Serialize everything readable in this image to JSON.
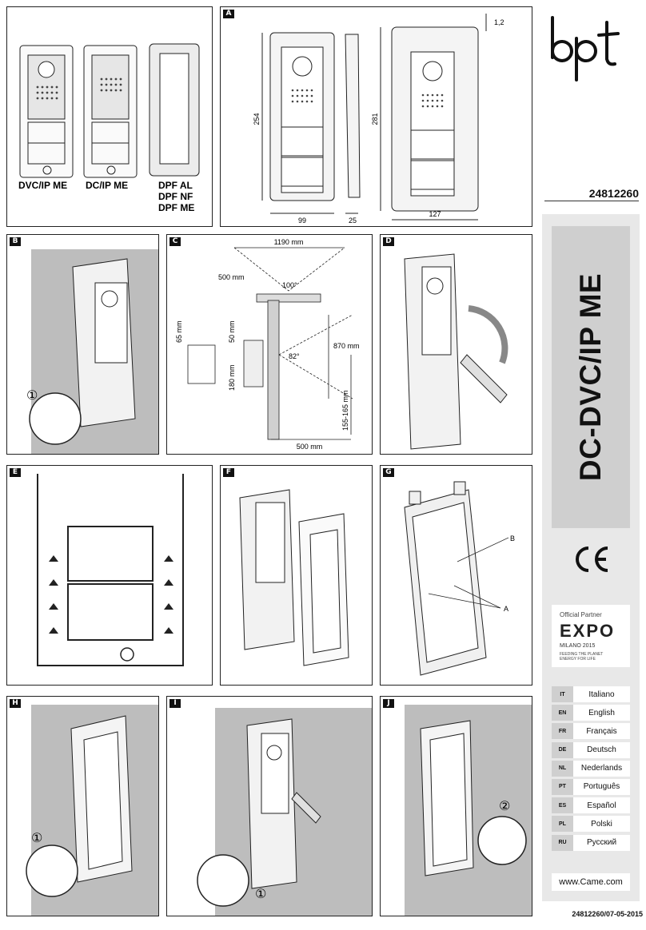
{
  "brand": {
    "logo_text": "bpt"
  },
  "document_number": "24812260",
  "title": "DC-DVC/IP ME",
  "footer_code": "24812260/07-05-2015",
  "website": "www.Came.com",
  "expo": {
    "partner": "Official Partner",
    "logo_text": "EXPO",
    "event": "MILANO 2015",
    "tagline_1": "FEEDING THE PLANET",
    "tagline_2": "ENERGY FOR LIFE"
  },
  "ce_mark": "CE",
  "languages": [
    {
      "code": "IT",
      "name": "Italiano"
    },
    {
      "code": "EN",
      "name": "English"
    },
    {
      "code": "FR",
      "name": "Français"
    },
    {
      "code": "DE",
      "name": "Deutsch"
    },
    {
      "code": "NL",
      "name": "Nederlands"
    },
    {
      "code": "PT",
      "name": "Português"
    },
    {
      "code": "ES",
      "name": "Español"
    },
    {
      "code": "PL",
      "name": "Polski"
    },
    {
      "code": "RU",
      "name": "Русский"
    }
  ],
  "panels": {
    "overview": {
      "models": [
        "DVC/IP ME",
        "DC/IP ME"
      ],
      "front_models": [
        "DPF AL",
        "DPF NF",
        "DPF ME"
      ]
    },
    "A": {
      "tag": "A",
      "dims": {
        "height_front": "254",
        "height_frame": "281",
        "width_front": "99",
        "depth": "25",
        "width_frame": "127",
        "thickness": "1,2"
      }
    },
    "B": {
      "tag": "B",
      "callout": "①"
    },
    "C": {
      "tag": "C",
      "dims": {
        "top_width": "1190 mm",
        "top_height": "500 mm",
        "angle_top": "100°",
        "box_a": "65 mm",
        "box_b": "50 mm",
        "box_c": "180 mm",
        "angle_side": "82°",
        "side_height": "870 mm",
        "mount_height": "155-165 mm",
        "floor_distance": "500 mm"
      }
    },
    "D": {
      "tag": "D"
    },
    "E": {
      "tag": "E"
    },
    "F": {
      "tag": "F"
    },
    "G": {
      "tag": "G",
      "labels": {
        "b": "B",
        "a": "A"
      }
    },
    "H": {
      "tag": "H",
      "callout": "①"
    },
    "I": {
      "tag": "I",
      "callout": "①"
    },
    "J": {
      "tag": "J",
      "callout": "②"
    }
  }
}
